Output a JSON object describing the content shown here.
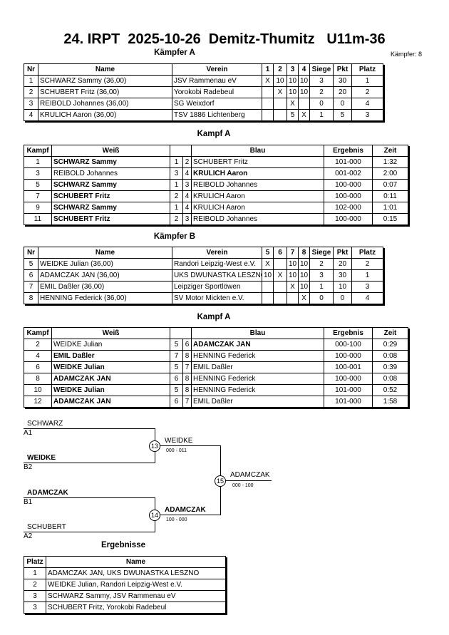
{
  "title": "24. IRPT  2025-10-26  Demitz-Thumitz   U11m-36",
  "pool_a": {
    "heading": "Kämpfer A",
    "count": "Kämpfer: 8",
    "headers": [
      "Nr",
      "Name",
      "Verein",
      "1",
      "2",
      "3",
      "4",
      "Siege",
      "Pkt",
      "Platz"
    ],
    "rows": [
      [
        "1",
        "SCHWARZ  Sammy  (36,00)",
        "JSV Rammenau eV",
        "X",
        "10",
        "10",
        "10",
        "3",
        "30",
        "1"
      ],
      [
        "2",
        "SCHUBERT Fritz  (36,00)",
        "Yorokobi Radebeul",
        "",
        "X",
        "10",
        "10",
        "2",
        "20",
        "2"
      ],
      [
        "3",
        "REIBOLD Johannes (36,00)",
        "SG Weixdorf",
        "",
        "",
        "X",
        "",
        "0",
        "0",
        "4"
      ],
      [
        "4",
        "KRULICH  Aaron  (36,00)",
        "TSV 1886 Lichtenberg",
        "",
        "",
        "5",
        "X",
        "1",
        "5",
        "3"
      ]
    ]
  },
  "fights_a": {
    "heading": "Kampf A",
    "headers": [
      "Kampf",
      "Weiß",
      "",
      "",
      "Blau",
      "Ergebnis",
      "Zeit"
    ],
    "rows": [
      {
        "nr": "1",
        "white": "SCHWARZ  Sammy",
        "wn": "1",
        "bn": "2",
        "blue": "SCHUBERT Fritz",
        "res": "101-000",
        "time": "1:32",
        "win": "w"
      },
      {
        "nr": "3",
        "white": "REIBOLD Johannes",
        "wn": "3",
        "bn": "4",
        "blue": "KRULICH  Aaron",
        "res": "001-002",
        "time": "2:00",
        "win": "b"
      },
      {
        "nr": "5",
        "white": "SCHWARZ  Sammy",
        "wn": "1",
        "bn": "3",
        "blue": "REIBOLD Johannes",
        "res": "100-000",
        "time": "0:07",
        "win": "w"
      },
      {
        "nr": "7",
        "white": "SCHUBERT Fritz",
        "wn": "2",
        "bn": "4",
        "blue": "KRULICH  Aaron",
        "res": "100-000",
        "time": "0:11",
        "win": "w"
      },
      {
        "nr": "9",
        "white": "SCHWARZ  Sammy",
        "wn": "1",
        "bn": "4",
        "blue": "KRULICH  Aaron",
        "res": "102-000",
        "time": "1:01",
        "win": "w"
      },
      {
        "nr": "11",
        "white": "SCHUBERT Fritz",
        "wn": "2",
        "bn": "3",
        "blue": "REIBOLD Johannes",
        "res": "100-000",
        "time": "0:15",
        "win": "w"
      }
    ]
  },
  "pool_b": {
    "heading": "Kämpfer B",
    "headers": [
      "Nr",
      "Name",
      "Verein",
      "5",
      "6",
      "7",
      "8",
      "Siege",
      "Pkt",
      "Platz"
    ],
    "rows": [
      [
        "5",
        "WEIDKE Julian  (36,00)",
        "Randori Leipzig-West e.V.",
        "X",
        "",
        "10",
        "10",
        "2",
        "20",
        "2"
      ],
      [
        "6",
        "ADAMCZAK JAN  (36,00)",
        "UKS DWUNASTKA LESZNO",
        "10",
        "X",
        "10",
        "10",
        "3",
        "30",
        "1"
      ],
      [
        "7",
        "EMIL Daßler  (36,00)",
        "Leipziger Sportlöwen",
        "",
        "",
        "X",
        "10",
        "1",
        "10",
        "3"
      ],
      [
        "8",
        "HENNING Federick  (36,00)",
        "SV Motor Mickten e.V.",
        "",
        "",
        "",
        "X",
        "0",
        "0",
        "4"
      ]
    ]
  },
  "fights_b": {
    "heading": "Kampf A",
    "headers": [
      "Kampf",
      "Weiß",
      "",
      "",
      "Blau",
      "Ergebnis",
      "Zeit"
    ],
    "rows": [
      {
        "nr": "2",
        "white": "WEIDKE Julian",
        "wn": "5",
        "bn": "6",
        "blue": "ADAMCZAK  JAN",
        "res": "000-100",
        "time": "0:29",
        "win": "b"
      },
      {
        "nr": "4",
        "white": "EMIL Daßler",
        "wn": "7",
        "bn": "8",
        "blue": "HENNING Federick",
        "res": "100-000",
        "time": "0:08",
        "win": "w"
      },
      {
        "nr": "6",
        "white": "WEIDKE Julian",
        "wn": "5",
        "bn": "7",
        "blue": "EMIL Daßler",
        "res": "100-001",
        "time": "0:39",
        "win": "w"
      },
      {
        "nr": "8",
        "white": "ADAMCZAK  JAN",
        "wn": "6",
        "bn": "8",
        "blue": "HENNING Federick",
        "res": "100-000",
        "time": "0:08",
        "win": "w"
      },
      {
        "nr": "10",
        "white": "WEIDKE Julian",
        "wn": "5",
        "bn": "8",
        "blue": "HENNING Federick",
        "res": "101-000",
        "time": "0:52",
        "win": "w"
      },
      {
        "nr": "12",
        "white": "ADAMCZAK  JAN",
        "wn": "6",
        "bn": "7",
        "blue": "EMIL Daßler",
        "res": "101-000",
        "time": "1:58",
        "win": "w"
      }
    ]
  },
  "bracket": {
    "sf1": {
      "top": "SCHWARZ",
      "top_seed": "A1",
      "bottom": "WEIDKE",
      "bottom_seed": "B2",
      "fight": "13",
      "winner": "WEIDKE",
      "score": "000 - 011"
    },
    "sf2": {
      "top": "ADAMCZAK",
      "top_seed": "B1",
      "bottom": "SCHUBERT",
      "bottom_seed": "A2",
      "fight": "14",
      "winner": "ADAMCZAK",
      "score": "100 - 000"
    },
    "final": {
      "fight": "15",
      "winner": "ADAMCZAK",
      "score": "000 - 100"
    }
  },
  "results": {
    "heading": "Ergebnisse",
    "headers": [
      "Platz",
      "Name"
    ],
    "rows": [
      [
        "1",
        "ADAMCZAK JAN, UKS DWUNASTKA LESZNO"
      ],
      [
        "2",
        "WEIDKE Julian, Randori Leipzig-West e.V."
      ],
      [
        "3",
        "SCHWARZ  Sammy, JSV Rammenau eV"
      ],
      [
        "3",
        "SCHUBERT Fritz, Yorokobi Radebeul"
      ]
    ]
  }
}
